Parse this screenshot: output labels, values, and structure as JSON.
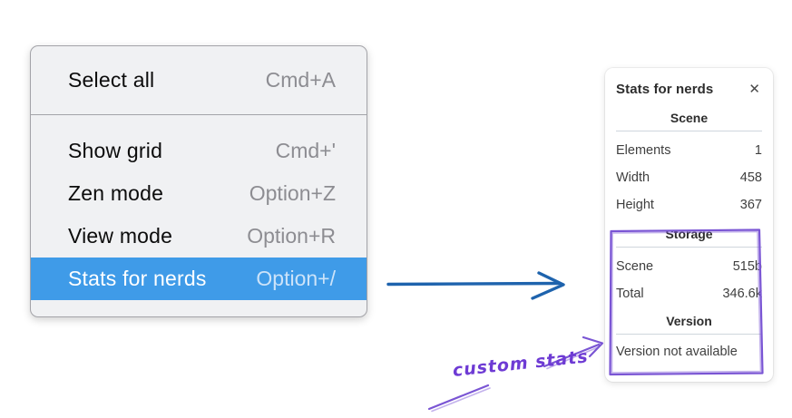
{
  "colors": {
    "highlight_blue": "#3f9be8",
    "arrow_blue": "#1e63ad",
    "annot_purple": "#7a55d4",
    "annot_purple_text": "#6e3bd4"
  },
  "menu": {
    "items": [
      {
        "label": "Select all",
        "shortcut": "Cmd+A",
        "selected": false
      },
      {
        "label": "Show grid",
        "shortcut": "Cmd+'",
        "selected": false
      },
      {
        "label": "Zen mode",
        "shortcut": "Option+Z",
        "selected": false
      },
      {
        "label": "View mode",
        "shortcut": "Option+R",
        "selected": false
      },
      {
        "label": "Stats for nerds",
        "shortcut": "Option+/",
        "selected": true
      }
    ]
  },
  "panel": {
    "title": "Stats for nerds",
    "close_icon": "✕",
    "sections": [
      {
        "heading": "Scene",
        "rows": [
          [
            "Elements",
            "1"
          ],
          [
            "Width",
            "458"
          ],
          [
            "Height",
            "367"
          ]
        ]
      },
      {
        "heading": "Storage",
        "rows": [
          [
            "Scene",
            "515b"
          ],
          [
            "Total",
            "346.6k"
          ]
        ]
      },
      {
        "heading": "Version",
        "note": "Version not available"
      }
    ]
  },
  "annotations": {
    "label": "custom stats"
  }
}
